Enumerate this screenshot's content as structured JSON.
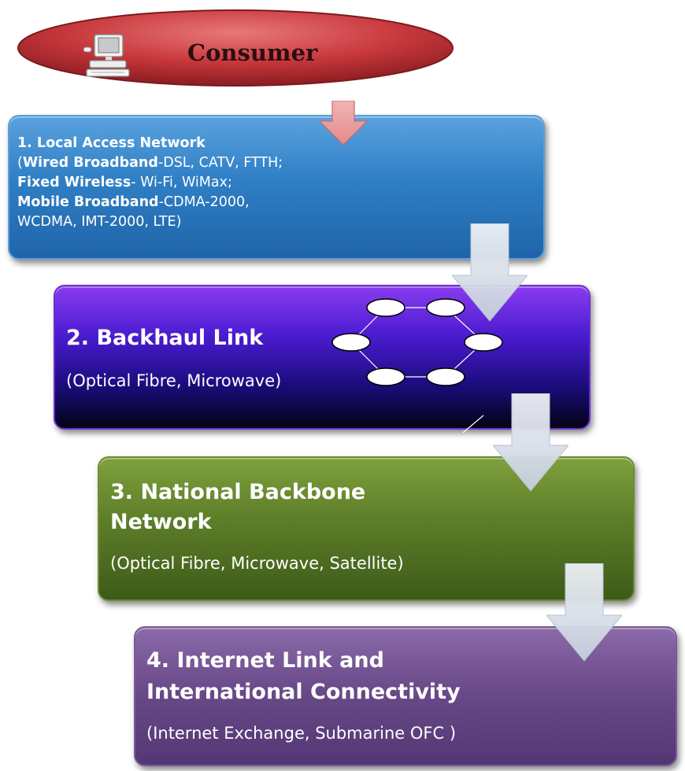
{
  "consumer": {
    "label": "Consumer",
    "icon": "computer-icon",
    "color": "#c8383c"
  },
  "stages": [
    {
      "title": "1. Local Access Network",
      "lines": [
        {
          "parts": [
            {
              "text": "(",
              "bold": false
            },
            {
              "text": "Wired Broadband",
              "bold": true
            },
            {
              "text": "-DSL, CATV, FTTH;",
              "bold": false
            }
          ]
        },
        {
          "parts": [
            {
              "text": "Fixed Wireless",
              "bold": true
            },
            {
              "text": "- Wi-Fi, WiMax;",
              "bold": false
            }
          ]
        },
        {
          "parts": [
            {
              "text": "Mobile Broadband",
              "bold": true
            },
            {
              "text": "-CDMA-2000,",
              "bold": false
            }
          ]
        },
        {
          "parts": [
            {
              "text": "WCDMA, IMT-2000, LTE)",
              "bold": false
            }
          ]
        }
      ],
      "color": "#2f7fc5"
    },
    {
      "title": "2. Backhaul Link",
      "subtitle": "(Optical Fibre, Microwave)",
      "color": "#1b0c7c"
    },
    {
      "title_line1": "3. National Backbone",
      "title_line2": "Network",
      "subtitle": "(Optical Fibre, Microwave, Satellite)",
      "color": "#5c7d28"
    },
    {
      "title_line1": "4. Internet Link and",
      "title_line2": "International Connectivity",
      "subtitle": "(Internet Exchange, Submarine OFC )",
      "color": "#6a4a88"
    }
  ],
  "network_diagram": {
    "shape": "hexagon ring",
    "node_count": 6
  }
}
